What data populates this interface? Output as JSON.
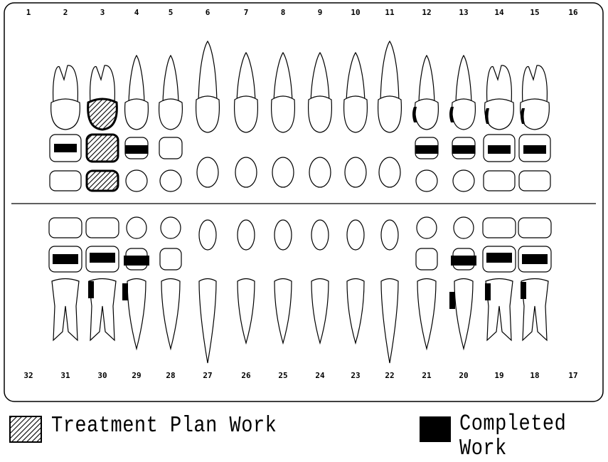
{
  "upper_numbers": [
    "1",
    "2",
    "3",
    "4",
    "5",
    "6",
    "7",
    "8",
    "9",
    "10",
    "11",
    "12",
    "13",
    "14",
    "15",
    "16"
  ],
  "lower_numbers": [
    "32",
    "31",
    "30",
    "29",
    "28",
    "27",
    "26",
    "25",
    "24",
    "23",
    "22",
    "21",
    "20",
    "19",
    "18",
    "17"
  ],
  "legend": {
    "treatment_label": "Treatment Plan Work",
    "completed_label": "Completed Work"
  },
  "colors": {
    "ink": "#000000",
    "paper": "#ffffff"
  }
}
